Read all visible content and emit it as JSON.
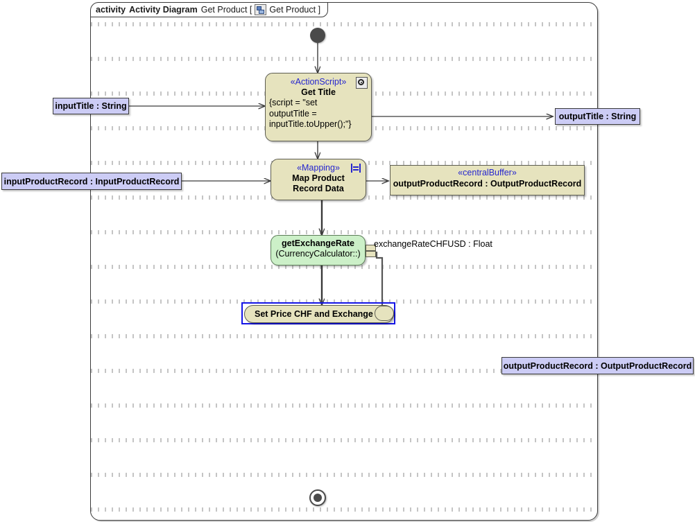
{
  "frame": {
    "keyword": "activity",
    "type_label": "Activity Diagram",
    "name": "Get Product [",
    "icon": "activity-diagram-icon",
    "qualified": "Get Product ]"
  },
  "nodes": {
    "initial": {
      "name": "initial-node"
    },
    "get_title": {
      "stereotype": "«ActionScript»",
      "name": "Get Title",
      "script_lines": [
        "{script = \"set",
        "outputTitle =",
        "inputTitle.toUpper();\"}"
      ],
      "badge": "gear-icon"
    },
    "map_product": {
      "stereotype": "«Mapping»",
      "name_line1": "Map Product",
      "name_line2": "Record Data",
      "badge": "mapping-icon"
    },
    "central_buffer": {
      "stereotype": "«centralBuffer»",
      "name": "outputProductRecord : OutputProductRecord"
    },
    "get_exchange_rate": {
      "name": "getExchangeRate",
      "subtitle": "(CurrencyCalculator::)"
    },
    "exchange_pin": {
      "label": "exchangeRateCHFUSD : Float"
    },
    "set_price": {
      "name": "Set Price CHF and Exchange Rate"
    },
    "final": {
      "name": "activity-final-node"
    }
  },
  "parameters": {
    "input_title": "inputTitle : String",
    "input_product_record": "inputProductRecord : InputProductRecord",
    "output_title": "outputTitle : String",
    "output_product_record": "outputProductRecord : OutputProductRecord"
  },
  "colors": {
    "action_fill": "#e6e3be",
    "action_stroke": "#5c5c50",
    "behavior_fill": "#ccf0c8",
    "parameter_fill": "#ccccf5",
    "stereotype_text": "#2525cf",
    "selection": "#1414e6",
    "edge": "#3a3a3a",
    "frame_stroke": "#3a3a3a"
  }
}
